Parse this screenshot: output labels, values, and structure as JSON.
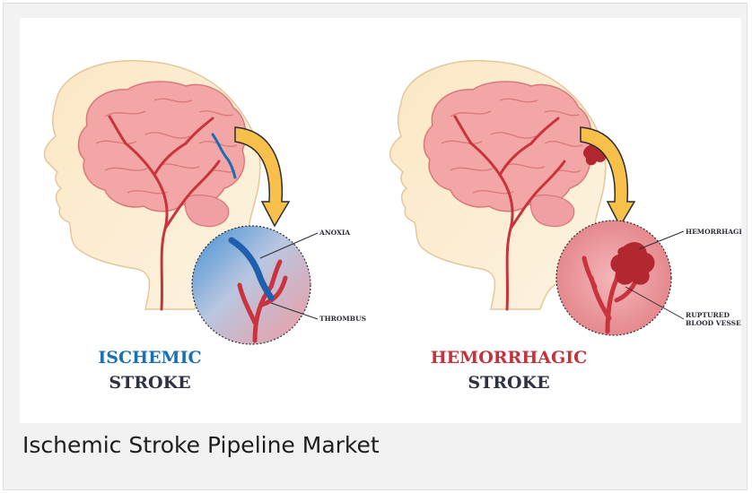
{
  "illustration": {
    "left": {
      "title_line1": "ISCHEMIC",
      "title_line2": "STROKE",
      "label_top": "ANOXIA",
      "label_bottom": "THROMBUS",
      "title_color": "#1b6fb3"
    },
    "right": {
      "title_line1": "HEMORRHAGIC",
      "title_line2": "STROKE",
      "label_top": "HEMORRHAGE",
      "label_bottom_line1": "RUPTURED",
      "label_bottom_line2": "BLOOD VESSEL",
      "title_color": "#c4323b"
    },
    "title_line2_color": "#2d3140"
  },
  "caption": "Ischemic Stroke Pipeline Market"
}
